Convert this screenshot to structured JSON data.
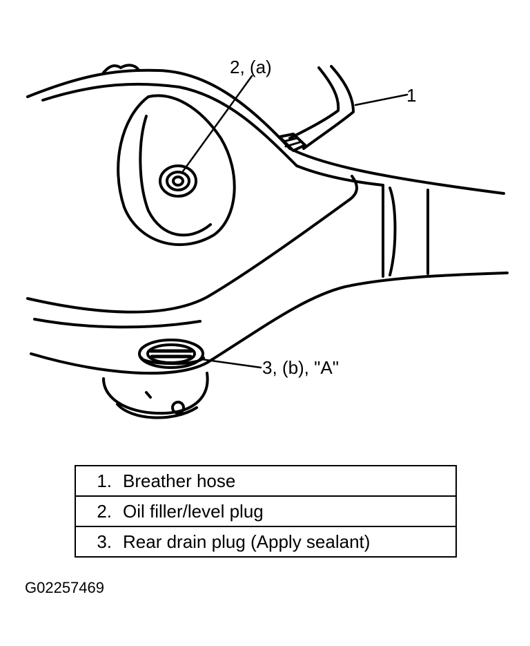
{
  "diagram": {
    "callouts": [
      {
        "id": "c1",
        "text": "1"
      },
      {
        "id": "c2",
        "text": "2, (a)"
      },
      {
        "id": "c3",
        "text": "3, (b), \"A\""
      }
    ]
  },
  "legend": {
    "rows": [
      {
        "num": "1.",
        "desc": "Breather hose"
      },
      {
        "num": "2.",
        "desc": "Oil filler/level plug"
      },
      {
        "num": "3.",
        "desc": "Rear drain plug (Apply sealant)"
      }
    ]
  },
  "figure_id": "G02257469"
}
